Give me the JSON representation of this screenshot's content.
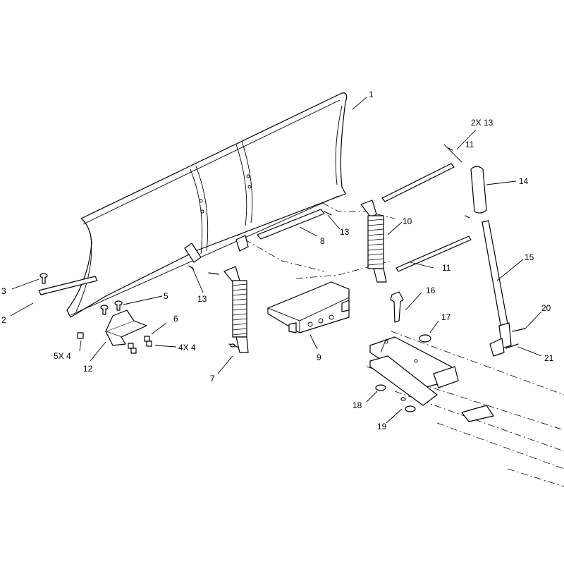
{
  "callouts": [
    {
      "id": "c1",
      "text": "1"
    },
    {
      "id": "c2",
      "text": "2"
    },
    {
      "id": "c3",
      "text": "3"
    },
    {
      "id": "c4",
      "text": "4X 4"
    },
    {
      "id": "c5",
      "text": "5"
    },
    {
      "id": "c5x4",
      "text": "5X 4"
    },
    {
      "id": "c6",
      "text": "6"
    },
    {
      "id": "c7",
      "text": "7"
    },
    {
      "id": "c8",
      "text": "8"
    },
    {
      "id": "c9",
      "text": "9"
    },
    {
      "id": "c10",
      "text": "10"
    },
    {
      "id": "c11a",
      "text": "11"
    },
    {
      "id": "c11b",
      "text": "11"
    },
    {
      "id": "c12",
      "text": "12"
    },
    {
      "id": "c13a",
      "text": "13"
    },
    {
      "id": "c13b",
      "text": "13"
    },
    {
      "id": "c2x13",
      "text": "2X 13"
    },
    {
      "id": "c14",
      "text": "14"
    },
    {
      "id": "c15",
      "text": "15"
    },
    {
      "id": "c16",
      "text": "16"
    },
    {
      "id": "c17",
      "text": "17"
    },
    {
      "id": "c18",
      "text": "18"
    },
    {
      "id": "c19",
      "text": "19"
    },
    {
      "id": "c20",
      "text": "20"
    },
    {
      "id": "c21",
      "text": "21"
    }
  ]
}
